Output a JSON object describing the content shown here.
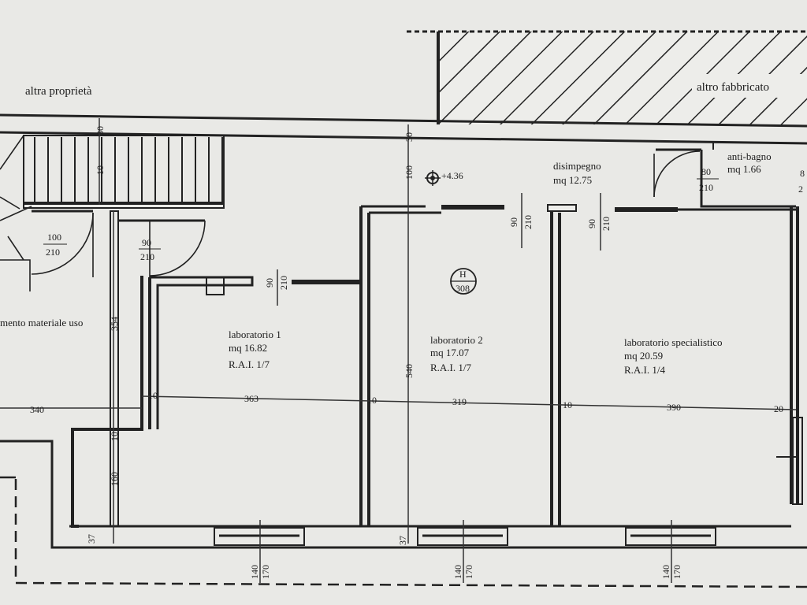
{
  "labels": {
    "neighbor_property": "altra proprietà",
    "other_building": "altro fabbricato",
    "storage_room": "mento materiale uso",
    "corridor": {
      "name": "disimpegno",
      "area": "mq 12.75"
    },
    "anti_bath": {
      "name": "anti-bagno",
      "area": "mq 1.66"
    },
    "lab1": {
      "name": "laboratorio 1",
      "area": "mq 16.82",
      "rai": "R.A.I. 1/7"
    },
    "lab2": {
      "name": "laboratorio 2",
      "area": "mq 17.07",
      "rai": "R.A.I. 1/7"
    },
    "lab_spec": {
      "name": "laboratorio specialistico",
      "area": "mq 20.59",
      "rai": "R.A.I. 1/4"
    },
    "elevation_mark": "+4.36",
    "height_mark": {
      "letter": "H",
      "value": "308"
    }
  },
  "doors": {
    "stair_door": {
      "width": "100",
      "height": "210"
    },
    "storage_door": {
      "width": "90",
      "height": "210"
    },
    "lab1_door": {
      "width": "90",
      "height": "210"
    },
    "lab2_door": {
      "width": "90",
      "height": "210"
    },
    "lab_spec_door": {
      "width": "90",
      "height": "210"
    },
    "anti_bath_door": {
      "width": "80",
      "height": "210"
    },
    "edge_door": {
      "width": "8",
      "height": "2"
    }
  },
  "windows": {
    "w1": {
      "width": "140",
      "height": "170"
    },
    "w2": {
      "width": "140",
      "height": "170"
    },
    "w3": {
      "width": "140",
      "height": "170"
    }
  },
  "dimensions": {
    "d340": "340",
    "d363": "363",
    "d319": "319",
    "d390": "390",
    "d10a": "10",
    "d10b": "10",
    "d10c": "10",
    "d20": "20",
    "d354": "354",
    "d540": "540",
    "d30a": "30",
    "d30b": "30",
    "d100": "100",
    "d160": "160",
    "d37a": "37",
    "d37b": "37",
    "d10v": "10",
    "d10v2": "10"
  }
}
